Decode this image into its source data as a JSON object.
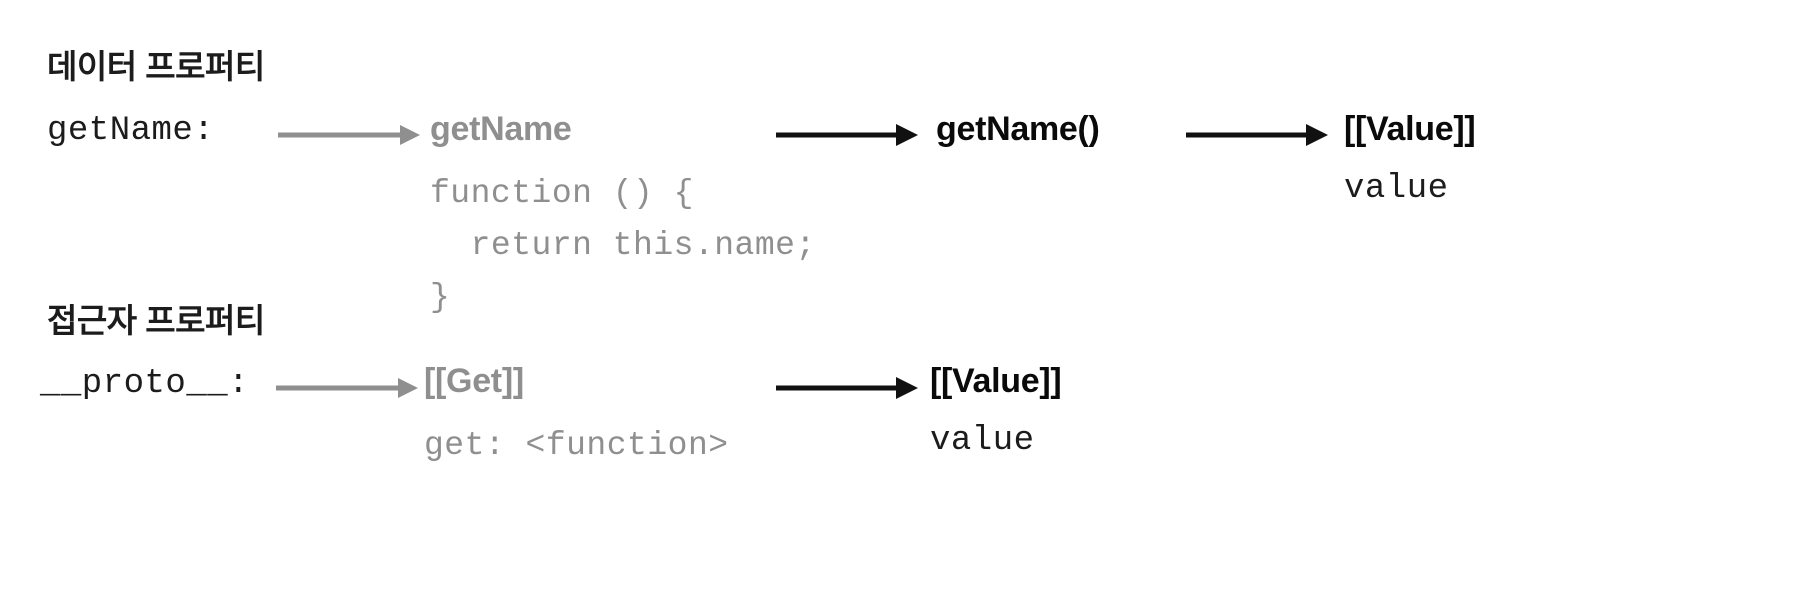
{
  "diagram": {
    "title_data_property": "데이터 프로퍼티",
    "title_accessor_property": "접근자 프로퍼티",
    "colors": {
      "ink": "#1c1c1c",
      "gray": "#8f8f8f",
      "background": "#ffffff"
    },
    "row_data": {
      "property_key": "getName:",
      "arrow1": "gray-arrow-right",
      "descriptor_name": "getName",
      "descriptor_code": "function () {\n  return this.name;\n}",
      "arrow2": "black-arrow-right",
      "call_label": "getName()",
      "arrow3": "black-arrow-right",
      "value_slot": "[[Value]]",
      "value_text": "value"
    },
    "row_accessor": {
      "property_key": "__proto__:",
      "arrow1": "gray-arrow-right",
      "descriptor_name": "[[Get]]",
      "descriptor_code": "get: <function>",
      "arrow2": "black-arrow-right",
      "value_slot": "[[Value]]",
      "value_text": "value"
    }
  }
}
